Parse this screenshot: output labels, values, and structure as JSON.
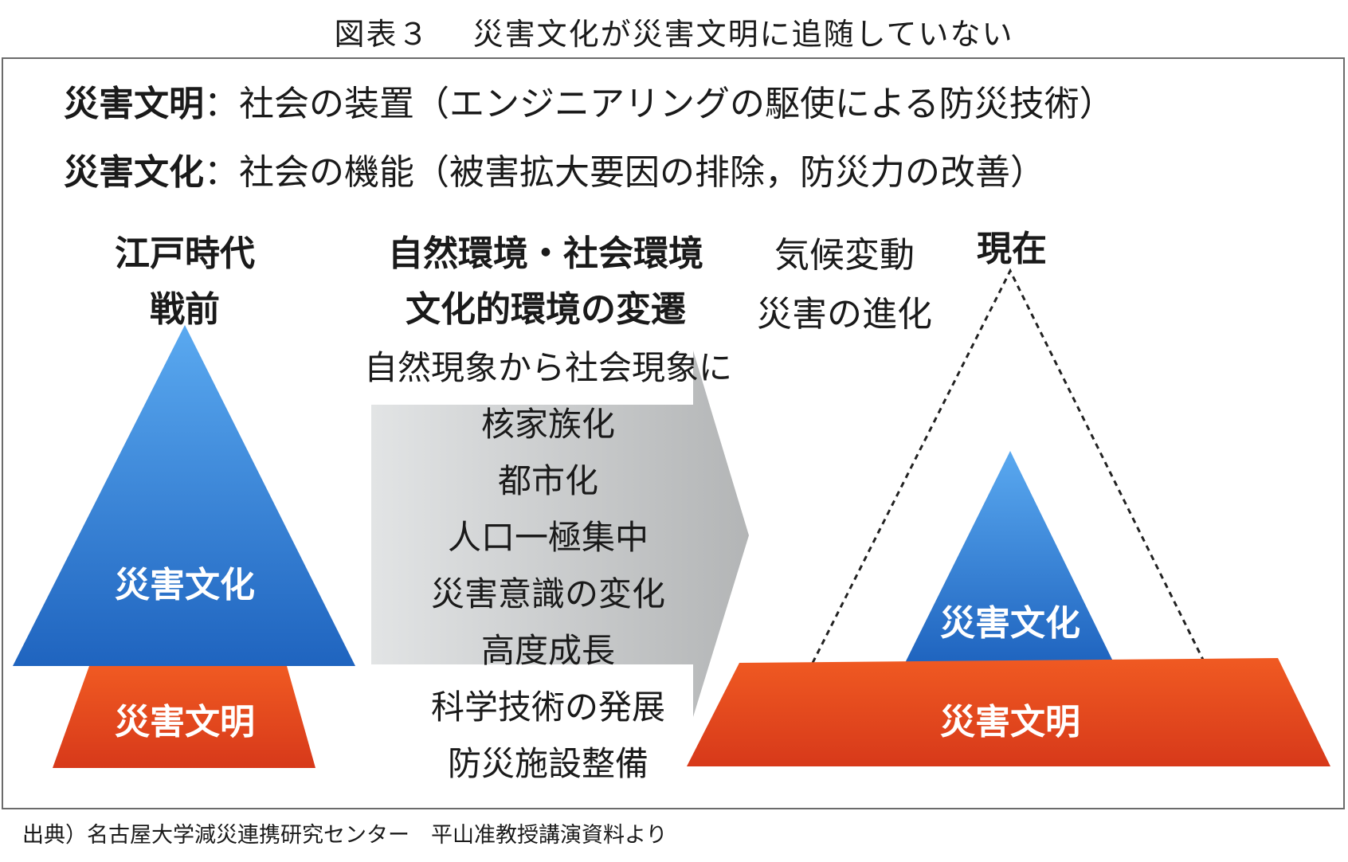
{
  "title": "図表３　 災害文化が災害文明に追随していない",
  "definitions": [
    {
      "term": "災害文明",
      "desc": "：社会の装置（エンジニアリングの駆使による防災技術）"
    },
    {
      "term": "災害文化",
      "desc": "：社会の機能（被害拡大要因の排除，防災力の改善）"
    }
  ],
  "left_era": [
    "江戸時代",
    "戦前"
  ],
  "middle_heading": [
    "自然環境・社会環境",
    "文化的環境の変遷"
  ],
  "climate": [
    "気候変動",
    "災害の進化"
  ],
  "present": "現在",
  "change_list": [
    "自然現象から社会現象に",
    "核家族化",
    "都市化",
    "人口一極集中",
    "災害意識の変化",
    "高度成長",
    "科学技術の発展",
    "防災施設整備"
  ],
  "left_pyramid": {
    "culture": "災害文化",
    "civilization": "災害文明"
  },
  "right_pyramid": {
    "culture": "災害文化",
    "civilization": "災害文明"
  },
  "source": "出典）名古屋大学減災連携研究センター　平山准教授講演資料より",
  "colors": {
    "blue": "#2f7fd6",
    "red": "#e0451c",
    "arrow_gray": "#c9cbcc"
  }
}
